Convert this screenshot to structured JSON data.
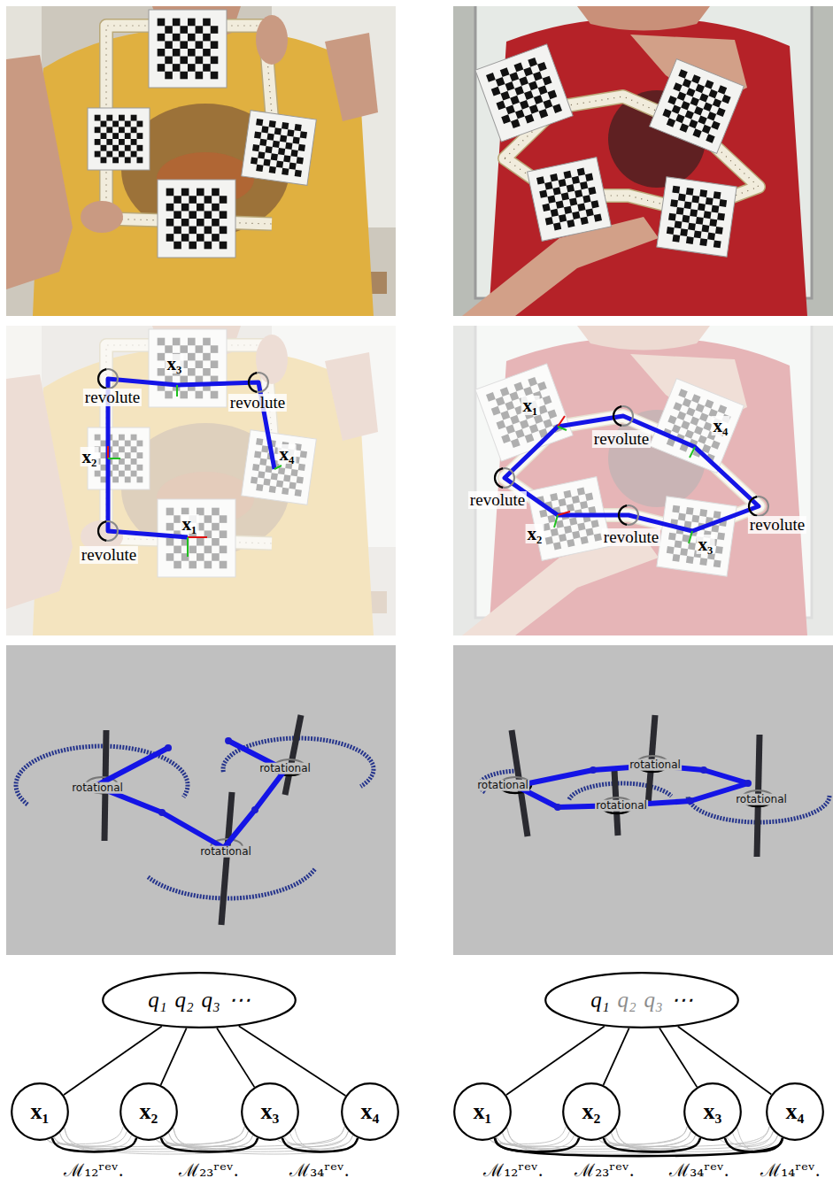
{
  "diagram": {
    "nodes": [
      {
        "text": [
          "q₁",
          "q₂",
          "q₃",
          "⋯"
        ]
      },
      {
        "text": [
          "x₁"
        ]
      },
      {
        "text": [
          "x₂"
        ]
      },
      {
        "text": [
          "x₃"
        ]
      },
      {
        "text": [
          "x₄"
        ]
      },
      {
        "text": [
          "q₁",
          "q₂",
          "q₃",
          "⋯"
        ]
      },
      {
        "text": [
          "x₁"
        ]
      },
      {
        "text": [
          "x₂"
        ]
      },
      {
        "text": [
          "x₃"
        ]
      },
      {
        "text": [
          "x₄"
        ]
      }
    ],
    "edges": [
      {
        "from": 0,
        "to": 1,
        "arrow": "none"
      },
      {
        "from": 0,
        "to": 2,
        "arrow": "none"
      },
      {
        "from": 0,
        "to": 3,
        "arrow": "none"
      },
      {
        "from": 0,
        "to": 4,
        "arrow": "none"
      },
      {
        "from": 1,
        "to": 2,
        "label": "ℳ₁₂ʳᵉᵛ.",
        "arrow": "none"
      },
      {
        "from": 2,
        "to": 3,
        "label": "ℳ₂₃ʳᵉᵛ.",
        "arrow": "none"
      },
      {
        "from": 3,
        "to": 4,
        "label": "ℳ₃₄ʳᵉᵛ.",
        "arrow": "none"
      },
      {
        "from": 5,
        "to": 6,
        "arrow": "none"
      },
      {
        "from": 5,
        "to": 7,
        "arrow": "none"
      },
      {
        "from": 5,
        "to": 8,
        "arrow": "none"
      },
      {
        "from": 5,
        "to": 9,
        "arrow": "none"
      },
      {
        "from": 6,
        "to": 7,
        "label": "ℳ₁₂ʳᵉᵛ.",
        "arrow": "none"
      },
      {
        "from": 7,
        "to": 8,
        "label": "ℳ₂₃ʳᵉᵛ.",
        "arrow": "none"
      },
      {
        "from": 8,
        "to": 9,
        "label": "ℳ₃₄ʳᵉᵛ.",
        "arrow": "none"
      },
      {
        "from": 6,
        "to": 9,
        "label": "ℳ₁₄ʳᵉᵛ.",
        "arrow": "none"
      }
    ],
    "labels": [
      "x₃",
      "revolute",
      "revolute",
      "x₂",
      "x₄",
      "x₁",
      "revolute",
      "x₁",
      "revolute",
      "x₄",
      "revolute",
      "x₂",
      "revolute",
      "x₃",
      "revolute",
      "rotational",
      "rotational",
      "rotational",
      "rotational",
      "rotational",
      "rotational",
      "rotational"
    ]
  }
}
